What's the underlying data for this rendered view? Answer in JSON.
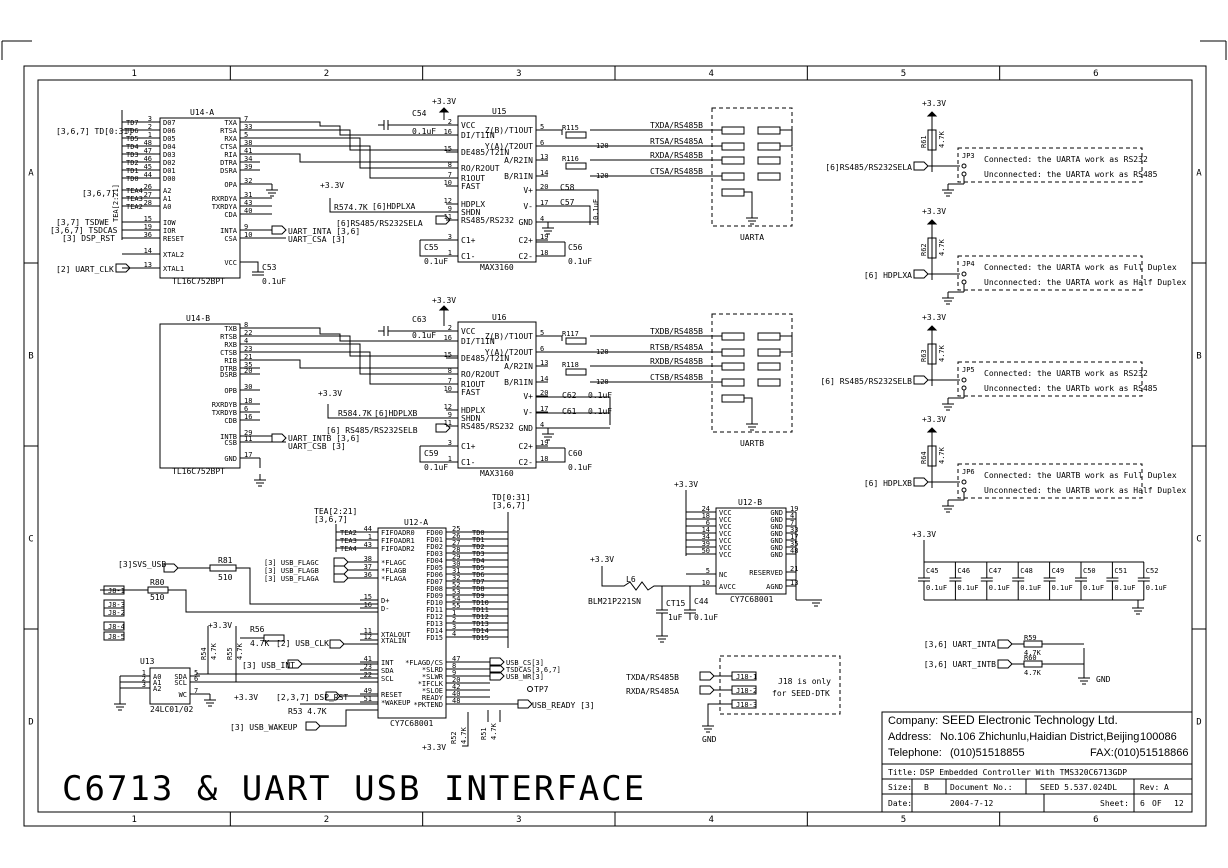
{
  "frame": {
    "cols": [
      "1",
      "2",
      "3",
      "4",
      "5",
      "6"
    ],
    "rows": [
      "A",
      "B",
      "C",
      "D"
    ]
  },
  "title": "C6713 & UART USB INTERFACE",
  "titleblock": {
    "company_label": "Company:",
    "company": "SEED Electronic Technology Ltd.",
    "address_label": "Address:",
    "address": "No.106 Zhichunlu,Haidian District,Beijing",
    "zip": "100086",
    "telephone_label": "Telephone:",
    "telephone": "(010)51518855",
    "fax": "FAX:(010)51518866",
    "title_label": "Title:",
    "title": "DSP Embedded Controller With TMS320C6713GDP",
    "size_label": "Size:",
    "size": "B",
    "docno_label": "Document No.:",
    "docno": "SEED 5.537.024DL",
    "rev_label": "Rev:",
    "rev": "A",
    "date_label": "Date:",
    "date": "2004-7-12",
    "sheet_label": "Sheet:",
    "sheet": "6",
    "of_label": "OF",
    "of": "12"
  },
  "u14a": {
    "ref": "U14-A",
    "part": "TL16C752BPT",
    "left_pins": [
      {
        "n": "3",
        "p": "D07",
        "net": "TD7"
      },
      {
        "n": "2",
        "p": "D06",
        "net": "TD6"
      },
      {
        "n": "1",
        "p": "D05",
        "net": "TD5"
      },
      {
        "n": "48",
        "p": "D04",
        "net": "TD4"
      },
      {
        "n": "47",
        "p": "D03",
        "net": "TD3"
      },
      {
        "n": "46",
        "p": "D02",
        "net": "TD2"
      },
      {
        "n": "45",
        "p": "D01",
        "net": "TD1"
      },
      {
        "n": "44",
        "p": "D00",
        "net": "TD0"
      },
      {
        "n": "26",
        "p": "A2",
        "net": "TEA4"
      },
      {
        "n": "27",
        "p": "A1",
        "net": "TEA3"
      },
      {
        "n": "28",
        "p": "A0",
        "net": "TEA2"
      },
      {
        "n": "15",
        "p": "IOW",
        "net": ""
      },
      {
        "n": "19",
        "p": "IOR",
        "net": ""
      },
      {
        "n": "36",
        "p": "RESET",
        "net": ""
      },
      {
        "n": "14",
        "p": "XTAL2",
        "net": ""
      },
      {
        "n": "13",
        "p": "XTAL1",
        "net": ""
      }
    ],
    "right_pins": [
      {
        "n": "7",
        "p": "TXA"
      },
      {
        "n": "33",
        "p": "RTSA"
      },
      {
        "n": "5",
        "p": "RXA"
      },
      {
        "n": "38",
        "p": "CTSA"
      },
      {
        "n": "41",
        "p": "RIA"
      },
      {
        "n": "34",
        "p": "DTRA"
      },
      {
        "n": "39",
        "p": "DSRA"
      },
      {
        "n": "32",
        "p": "OPA"
      },
      {
        "n": "31",
        "p": "RXRDYA"
      },
      {
        "n": "43",
        "p": "TXRDYA"
      },
      {
        "n": "40",
        "p": "CDA"
      },
      {
        "n": "9",
        "p": "INTA"
      },
      {
        "n": "10",
        "p": "CSA"
      },
      {
        "n": "",
        "p": "VCC"
      }
    ],
    "bus_label": "[3,6,7] TD[0:31]",
    "tea_label": "TEA[2:21]",
    "tea_ref": "[3,6,7]",
    "tsdwe": "[3,7]   TSDWE",
    "tsdcas": "[3,6,7] TSDCAS",
    "dsp_rst": "[3] DSP_RST",
    "uart_clk": "[2]  UART_CLK",
    "uart_inta": "UART_INTA [3,6]",
    "uart_csa": "UART_CSA [3]"
  },
  "u14b": {
    "ref": "U14-B",
    "part": "TL16C752BPT",
    "right_pins": [
      {
        "n": "8",
        "p": "TXB"
      },
      {
        "n": "22",
        "p": "RTSB"
      },
      {
        "n": "4",
        "p": "RXB"
      },
      {
        "n": "23",
        "p": "CTSB"
      },
      {
        "n": "21",
        "p": "RIB"
      },
      {
        "n": "35",
        "p": "DTRB"
      },
      {
        "n": "20",
        "p": "DSRB"
      },
      {
        "n": "30",
        "p": "OPB"
      },
      {
        "n": "18",
        "p": "RXRDYB"
      },
      {
        "n": "6",
        "p": "TXRDYB"
      },
      {
        "n": "16",
        "p": "CDB"
      },
      {
        "n": "29",
        "p": "INTB"
      },
      {
        "n": "11",
        "p": "CSB"
      },
      {
        "n": "17",
        "p": "GND"
      }
    ],
    "uart_intb": "UART_INTB [3,6]",
    "uart_csb": "UART_CSB [3]"
  },
  "u15": {
    "ref": "U15",
    "part": "MAX3160",
    "left_pins": [
      {
        "n": "2",
        "p": "VCC"
      },
      {
        "n": "16",
        "p": "DI/T1IN"
      },
      {
        "n": "15",
        "p": "DE485/T2IN"
      },
      {
        "n": "8",
        "p": "RO/R2OUT"
      },
      {
        "n": "7",
        "p": "R1OUT"
      },
      {
        "n": "10",
        "p": "FAST"
      },
      {
        "n": "12",
        "p": "HDPLX"
      },
      {
        "n": "9",
        "p": "SHDN"
      },
      {
        "n": "11",
        "p": "RS485/RS232"
      },
      {
        "n": "3",
        "p": "C1+"
      },
      {
        "n": "1",
        "p": "C1-"
      }
    ],
    "right_pins": [
      {
        "n": "5",
        "p": "Z(B)/T1OUT"
      },
      {
        "n": "6",
        "p": "Y(A)/T2OUT"
      },
      {
        "n": "13",
        "p": "A/R2IN"
      },
      {
        "n": "14",
        "p": "B/R1IN"
      },
      {
        "n": "20",
        "p": "V+"
      },
      {
        "n": "17",
        "p": "V-"
      },
      {
        "n": "4",
        "p": "GND"
      },
      {
        "n": "19",
        "p": "C2+"
      },
      {
        "n": "18",
        "p": "C2-"
      }
    ],
    "c54": "C54",
    "c54v": "0.1uF",
    "c55": "C55",
    "c55v": "0.1uF",
    "c56": "C56",
    "c56v": "0.1uF",
    "c57": "C57",
    "c57v": "0.1uF",
    "c58": "C58",
    "c58v": "0.1uF",
    "r57": "R57",
    "r57v": "4.7K",
    "hdplxa": "[6]HDPLXA",
    "rs485sela": "[6]RS485/RS232SELA"
  },
  "u16": {
    "ref": "U16",
    "part": "MAX3160",
    "c63": "C63",
    "c63v": "0.1uF",
    "c59": "C59",
    "c59v": "0.1uF",
    "c60": "C60",
    "c60v": "0.1uF",
    "c61": "C61",
    "c61v": "0.1uF",
    "c62": "C62",
    "c62v": "0.1uF",
    "r58": "R58",
    "r58v": "4.7K",
    "hdplxb": "[6]HDPLXB",
    "rs485selb": "[6] RS485/RS232SELB"
  },
  "uarta": {
    "label": "UARTA",
    "nets": [
      "TXDA/RS485B",
      "RTSA/RS485A",
      "RXDA/RS485B",
      "CTSA/RS485B"
    ],
    "res": [
      {
        "r": "R115",
        "v": "120"
      },
      {
        "r": "R116",
        "v": "120"
      }
    ]
  },
  "uartb": {
    "label": "UARTB",
    "nets": [
      "TXDB/RS485B",
      "RTSB/RS485A",
      "RXDB/RS485B",
      "CTSB/RS485B"
    ],
    "res": [
      {
        "r": "R117",
        "v": "120"
      },
      {
        "r": "R118",
        "v": "120"
      }
    ]
  },
  "jumpers": [
    {
      "j": "JP3",
      "r": "R61",
      "v": "4.7K",
      "net": "[6]RS485/RS232SELA",
      "on": "Connected: the UARTA work as RS232",
      "off": "Unconnected: the UARTA work as RS485"
    },
    {
      "j": "JP4",
      "r": "R62",
      "v": "4.7K",
      "net": "[6]  HDPLXA",
      "on": "Connected: the UARTA work as Full Duplex",
      "off": "Unconnected: the UARTA work as Half Duplex"
    },
    {
      "j": "JP5",
      "r": "R63",
      "v": "4.7K",
      "net": "[6] RS485/RS232SELB",
      "on": "Connected: the UARTB work as RS232",
      "off": "Unconnected: the UARTb work as RS485"
    },
    {
      "j": "JP6",
      "r": "R64",
      "v": "4.7K",
      "net": "[6]  HDPLXB",
      "on": "Connected: the UARTB work as Full Duplex",
      "off": "Unconnected: the UARTB work as Half Duplex"
    }
  ],
  "u12a": {
    "ref": "U12-A",
    "part": "CY7C68001",
    "tea_label": "TEA[2:21]",
    "tea_ref": "[3,6,7]",
    "td_label": "TD[0:31]",
    "td_ref": "[3,6,7]",
    "left_pins": [
      {
        "n": "44",
        "p": "FIFOADR0",
        "net": "TEA2"
      },
      {
        "n": "1",
        "p": "FIFOADR1",
        "net": "TEA3"
      },
      {
        "n": "43",
        "p": "FIFOADR2",
        "net": "TEA4"
      },
      {
        "n": "38",
        "p": "*FLAGC",
        "net": "[3] USB_FLAGC"
      },
      {
        "n": "37",
        "p": "*FLAGB",
        "net": "[3] USB_FLAGB"
      },
      {
        "n": "36",
        "p": "*FLAGA",
        "net": "[3] USB_FLAGA"
      },
      {
        "n": "15",
        "p": "D+",
        "net": ""
      },
      {
        "n": "16",
        "p": "D-",
        "net": ""
      },
      {
        "n": "11",
        "p": "XTALOUT",
        "net": ""
      },
      {
        "n": "12",
        "p": "XTALIN",
        "net": ""
      },
      {
        "n": "41",
        "p": "INT",
        "net": ""
      },
      {
        "n": "23",
        "p": "SDA",
        "net": ""
      },
      {
        "n": "22",
        "p": "SCL",
        "net": ""
      },
      {
        "n": "49",
        "p": "RESET",
        "net": ""
      },
      {
        "n": "51",
        "p": "*WAKEUP",
        "net": ""
      }
    ],
    "right_pins": [
      {
        "n": "25",
        "p": "FD00",
        "net": "TD0"
      },
      {
        "n": "26",
        "p": "FD01",
        "net": "TD1"
      },
      {
        "n": "27",
        "p": "FD02",
        "net": "TD2"
      },
      {
        "n": "28",
        "p": "FD03",
        "net": "TD3"
      },
      {
        "n": "29",
        "p": "FD04",
        "net": "TD4"
      },
      {
        "n": "30",
        "p": "FD05",
        "net": "TD5"
      },
      {
        "n": "31",
        "p": "FD06",
        "net": "TD6"
      },
      {
        "n": "32",
        "p": "FD07",
        "net": "TD7"
      },
      {
        "n": "52",
        "p": "FD08",
        "net": "TD8"
      },
      {
        "n": "53",
        "p": "FD09",
        "net": "TD9"
      },
      {
        "n": "54",
        "p": "FD10",
        "net": "TD10"
      },
      {
        "n": "55",
        "p": "FD11",
        "net": "TD11"
      },
      {
        "n": "1",
        "p": "FD12",
        "net": "TD12"
      },
      {
        "n": "2",
        "p": "FD13",
        "net": "TD13"
      },
      {
        "n": "3",
        "p": "FD14",
        "net": "TD14"
      },
      {
        "n": "4",
        "p": "FD15",
        "net": "TD15"
      }
    ],
    "ctl_pins": [
      {
        "n": "47",
        "p": "*FLAGD/CS",
        "net": "USB_CS[3]"
      },
      {
        "n": "8",
        "p": "*SLRD",
        "net": "TSDCAS[3,6,7]"
      },
      {
        "n": "9",
        "p": "*SLWR",
        "net": "USB_WR[3]"
      },
      {
        "n": "20",
        "p": "*IFCLK",
        "net": ""
      },
      {
        "n": "42",
        "p": "*SLOE",
        "net": ""
      },
      {
        "n": "40",
        "p": "READY",
        "net": ""
      },
      {
        "n": "48",
        "p": "*PKTEND",
        "net": ""
      }
    ],
    "tp7": "TP7",
    "usb_ready": "USB_READY [3]",
    "svs_usb": "[3]SVS_USB",
    "r81": "R81",
    "r81v": "510",
    "r80": "R80",
    "r80v": "510",
    "r56": "R56",
    "r56v": "4.7K",
    "r53": "R53",
    "r53v": "4.7K",
    "r54": "R54",
    "r54v": "4.7K",
    "r55": "R55",
    "r55v": "4.7K",
    "r51": "R51",
    "r51v": "4.7K",
    "r52": "R52",
    "r52v": "4.7K",
    "usb_clk": "[2] USB_CLK",
    "usb_int": "[3] USB_INT",
    "dsp_rst": "[2,3,7] DSP_RST",
    "usb_wakeup": "[3]  USB_WAKEUP"
  },
  "u13": {
    "ref": "U13",
    "part": "24LC01/02",
    "pins": [
      {
        "n": "1",
        "p": "A0"
      },
      {
        "n": "2",
        "p": "A1"
      },
      {
        "n": "3",
        "p": "A2"
      },
      {
        "n": "5",
        "p": "SDA"
      },
      {
        "n": "6",
        "p": "SCL"
      },
      {
        "n": "7",
        "p": "WC"
      }
    ]
  },
  "u12b": {
    "ref": "U12-B",
    "part": "CY7C68001",
    "left_pins": [
      {
        "n": "24",
        "p": "VCC"
      },
      {
        "n": "18",
        "p": "VCC"
      },
      {
        "n": "6",
        "p": "VCC"
      },
      {
        "n": "14",
        "p": "VCC"
      },
      {
        "n": "34",
        "p": "VCC"
      },
      {
        "n": "39",
        "p": "VCC"
      },
      {
        "n": "50",
        "p": "VCC"
      },
      {
        "n": "5",
        "p": "NC"
      },
      {
        "n": "10",
        "p": "AVCC"
      }
    ],
    "right_pins": [
      {
        "n": "19",
        "p": "GND"
      },
      {
        "n": "4",
        "p": "GND"
      },
      {
        "n": "7",
        "p": "GND"
      },
      {
        "n": "33",
        "p": "GND"
      },
      {
        "n": "17",
        "p": "GND"
      },
      {
        "n": "35",
        "p": "GND"
      },
      {
        "n": "48",
        "p": "GND"
      },
      {
        "n": "21",
        "p": "RESERVED"
      },
      {
        "n": "13",
        "p": "AGND"
      }
    ],
    "l6": "L6",
    "l6v": "BLM21P221SN",
    "c15": "CT15",
    "c15v": "1uF",
    "c44": "C44",
    "c44v": "0.1uF"
  },
  "decoupling": [
    {
      "c": "C45",
      "v": "0.1uF"
    },
    {
      "c": "C46",
      "v": "0.1uF"
    },
    {
      "c": "C47",
      "v": "0.1uF"
    },
    {
      "c": "C48",
      "v": "0.1uF"
    },
    {
      "c": "C49",
      "v": "0.1uF"
    },
    {
      "c": "C50",
      "v": "0.1uF"
    },
    {
      "c": "C51",
      "v": "0.1uF"
    },
    {
      "c": "C52",
      "v": "0.1uF"
    }
  ],
  "pullups": [
    {
      "net": "[3,6] UART_INTA",
      "r": "R59",
      "v": "4.7K"
    },
    {
      "net": "[3,6] UART_INTB",
      "r": "R60",
      "v": "4.7K"
    }
  ],
  "gnd_label": "GND",
  "vcc": "+3.3V",
  "j18": {
    "note1": "J18 is only",
    "note2": "for SEED-DTK",
    "txda": "TXDA/RS485B",
    "rxda": "RXDA/RS485A",
    "gnd": "GND"
  }
}
